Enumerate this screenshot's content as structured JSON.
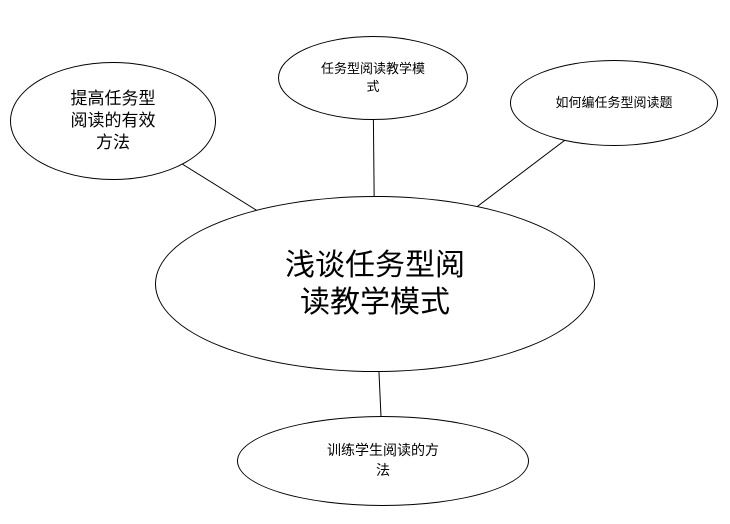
{
  "diagram": {
    "title": "task-based reading teaching mind map",
    "colors": {
      "stroke": "#000000",
      "fill": "#ffffff",
      "text": "#000000"
    },
    "center": {
      "label": "浅谈任务型阅\n读教学模式"
    },
    "nodes": [
      {
        "id": "improve-methods",
        "label": "提高任务型\n阅读的有效\n方法"
      },
      {
        "id": "teaching-model",
        "label": "任务型阅读教学模\n式"
      },
      {
        "id": "write-questions",
        "label": "如何编任务型阅读题"
      },
      {
        "id": "training-methods",
        "label": "训练学生阅读的方\n法"
      }
    ],
    "connectors": [
      {
        "from": "center",
        "to": "improve-methods"
      },
      {
        "from": "center",
        "to": "teaching-model"
      },
      {
        "from": "center",
        "to": "write-questions"
      },
      {
        "from": "center",
        "to": "training-methods"
      }
    ]
  }
}
